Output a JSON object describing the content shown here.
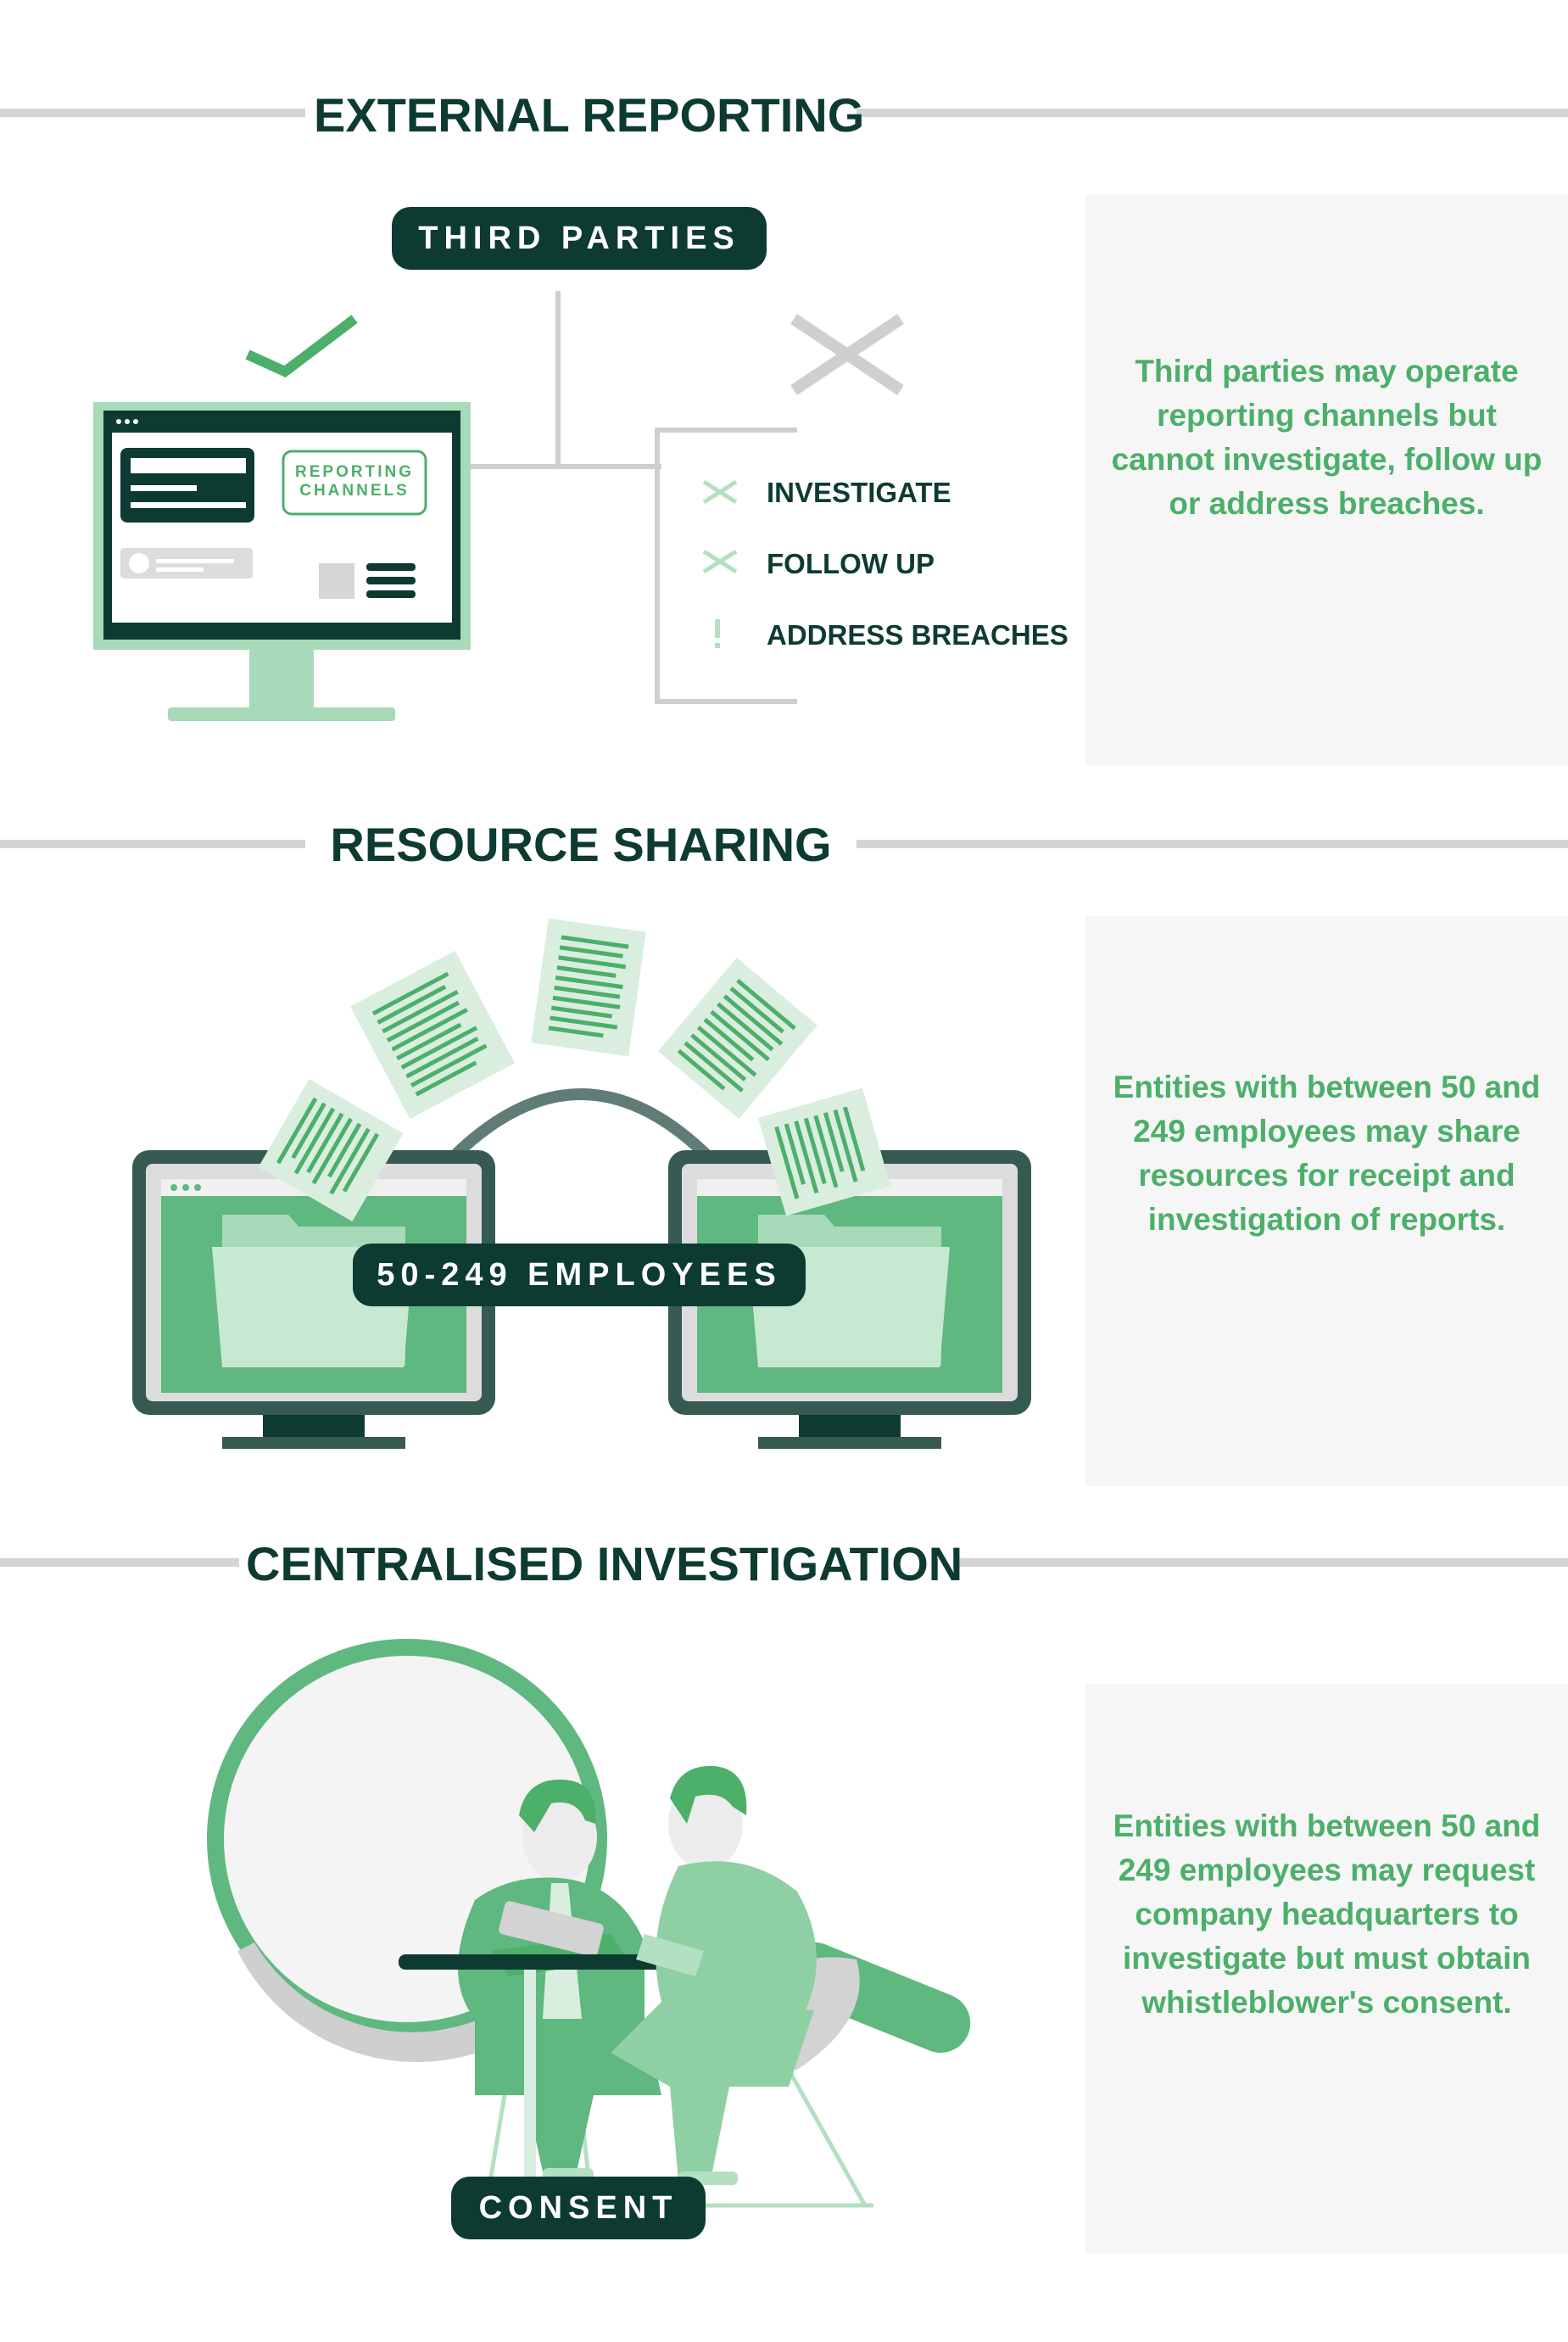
{
  "sections": [
    {
      "title": "EXTERNAL REPORTING",
      "badge": "THIRD PARTIES",
      "screen_label": "REPORTING CHANNELS",
      "list": [
        {
          "label": "INVESTIGATE",
          "icon": "x-icon"
        },
        {
          "label": "FOLLOW UP",
          "icon": "x-icon"
        },
        {
          "label": "ADDRESS BREACHES",
          "icon": "exclamation-icon"
        }
      ],
      "description": "Third parties may operate reporting channels but cannot investigate, follow up or address breaches."
    },
    {
      "title": "RESOURCE SHARING",
      "badge": "50-249 EMPLOYEES",
      "description": "Entities with between 50 and 249 employees may share resources for receipt and investigation of reports."
    },
    {
      "title": "CENTRALISED INVESTIGATION",
      "badge": "CONSENT",
      "description": "Entities with between 50 and 249 employees may request company headquarters to investigate but must obtain whistleblower's consent."
    }
  ],
  "colors": {
    "dark_green": "#0d3b32",
    "accent_green": "#4caf6a",
    "mid_green": "#5fb87f",
    "light_green": "#b3dfc2",
    "rule_gray": "#d4d4d4",
    "panel_gray": "#f6f6f6"
  }
}
